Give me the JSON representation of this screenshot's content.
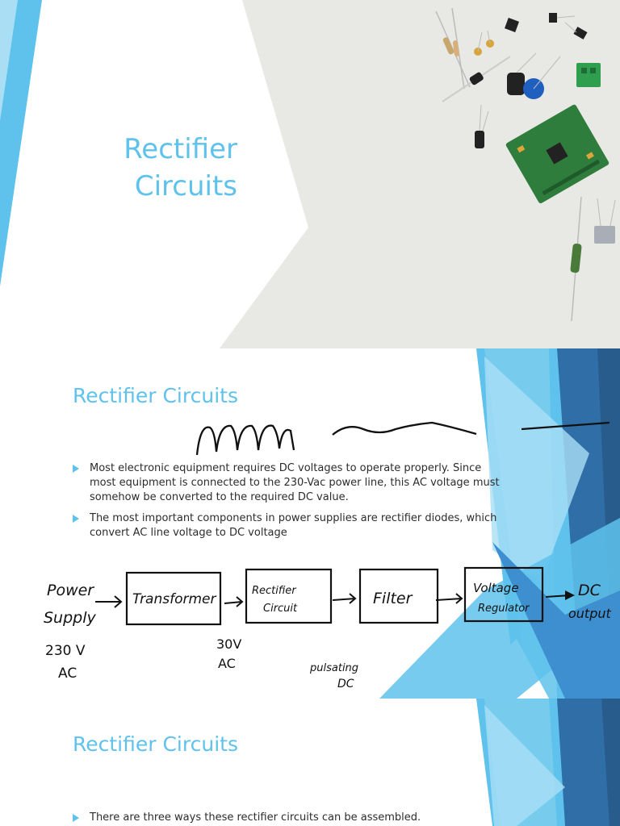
{
  "colors": {
    "accent": "#5ec2ec",
    "accent_light": "#a9def5",
    "accent_dark": "#2f6ea6",
    "photo_bg": "#e8e8e5",
    "text": "#2c2c2c",
    "ink": "#111111"
  },
  "slide1": {
    "title_line1": "Rectifier",
    "title_line2": "Circuits",
    "photo": "electronic-components-photo"
  },
  "slide2": {
    "title": "Rectifier Circuits",
    "bullets": [
      "Most electronic equipment requires DC voltages to operate properly. Since most equipment is connected to the 230-Vac power line, this AC voltage must somehow be converted to the required DC value.",
      "The most important components in power supplies are rectifier diodes, which convert AC line voltage to DC voltage"
    ],
    "diagram": {
      "input_line1": "Power",
      "input_line2": "Supply",
      "input_voltage_line1": "230 V",
      "input_voltage_line2": "AC",
      "blocks": [
        "Transformer",
        "Rectifier",
        "Circuit",
        "Filter",
        "Voltage",
        "Regulator"
      ],
      "stage_voltage_line1": "30V",
      "stage_voltage_line2": "AC",
      "pulsating_line1": "pulsating",
      "pulsating_line2": "DC",
      "output_line1": "DC",
      "output_line2": "output"
    }
  },
  "slide3": {
    "title": "Rectifier Circuits",
    "bullets": [
      "There are three ways these rectifier circuits can be assembled."
    ]
  }
}
